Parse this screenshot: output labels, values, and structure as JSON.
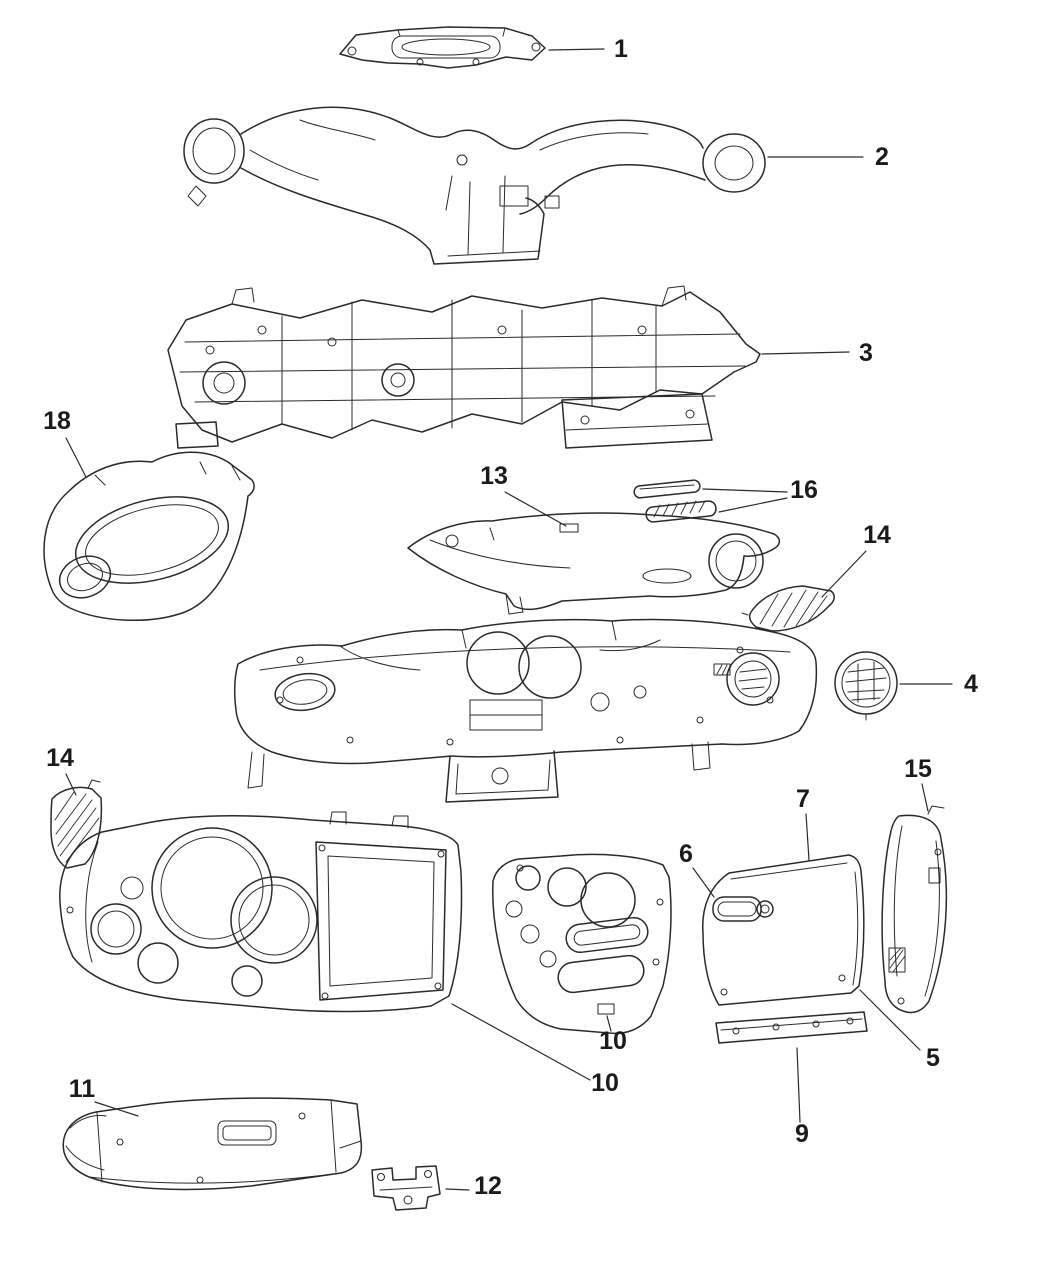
{
  "diagram": {
    "background_color": "#ffffff",
    "line_color": "#2a2a2a",
    "label_color": "#1b1b1b"
  },
  "callouts": [
    {
      "label": "1"
    },
    {
      "label": "2"
    },
    {
      "label": "3"
    },
    {
      "label": "18"
    },
    {
      "label": "13"
    },
    {
      "label": "16"
    },
    {
      "label": "14"
    },
    {
      "label": "4"
    },
    {
      "label": "14"
    },
    {
      "label": "7"
    },
    {
      "label": "15"
    },
    {
      "label": "6"
    },
    {
      "label": "10"
    },
    {
      "label": "10"
    },
    {
      "label": "5"
    },
    {
      "label": "9"
    },
    {
      "label": "11"
    },
    {
      "label": "12"
    }
  ]
}
